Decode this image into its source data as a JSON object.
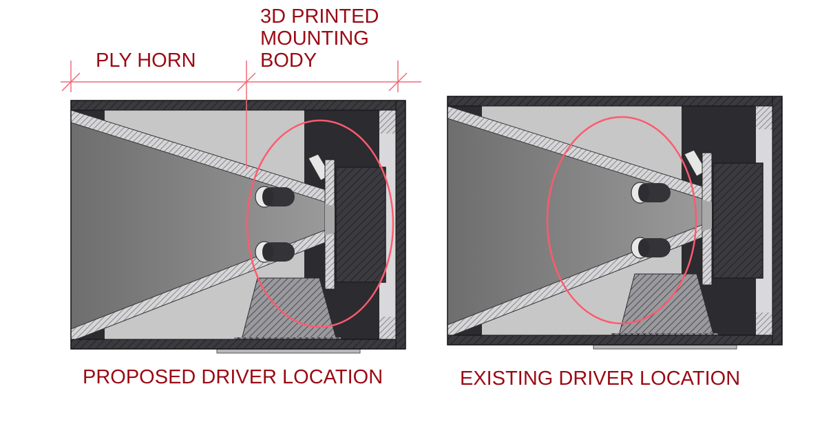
{
  "labels": {
    "ply_horn": "PLY HORN",
    "mounting_body": [
      "3D PRINTED",
      "MOUNTING",
      "BODY"
    ],
    "proposed": "PROPOSED DRIVER LOCATION",
    "existing": "EXISTING DRIVER LOCATION"
  },
  "colors": {
    "label_red": "#9a0a14",
    "dimension_line": "#f06a78",
    "highlight_circle": "#ff5a6e",
    "enclosure_dark": "#2b2b30",
    "horn_interior": "#7c7c7c",
    "chamber_light": "#c7c7c7",
    "magnet_dark": "#353539",
    "background": "#ffffff"
  }
}
